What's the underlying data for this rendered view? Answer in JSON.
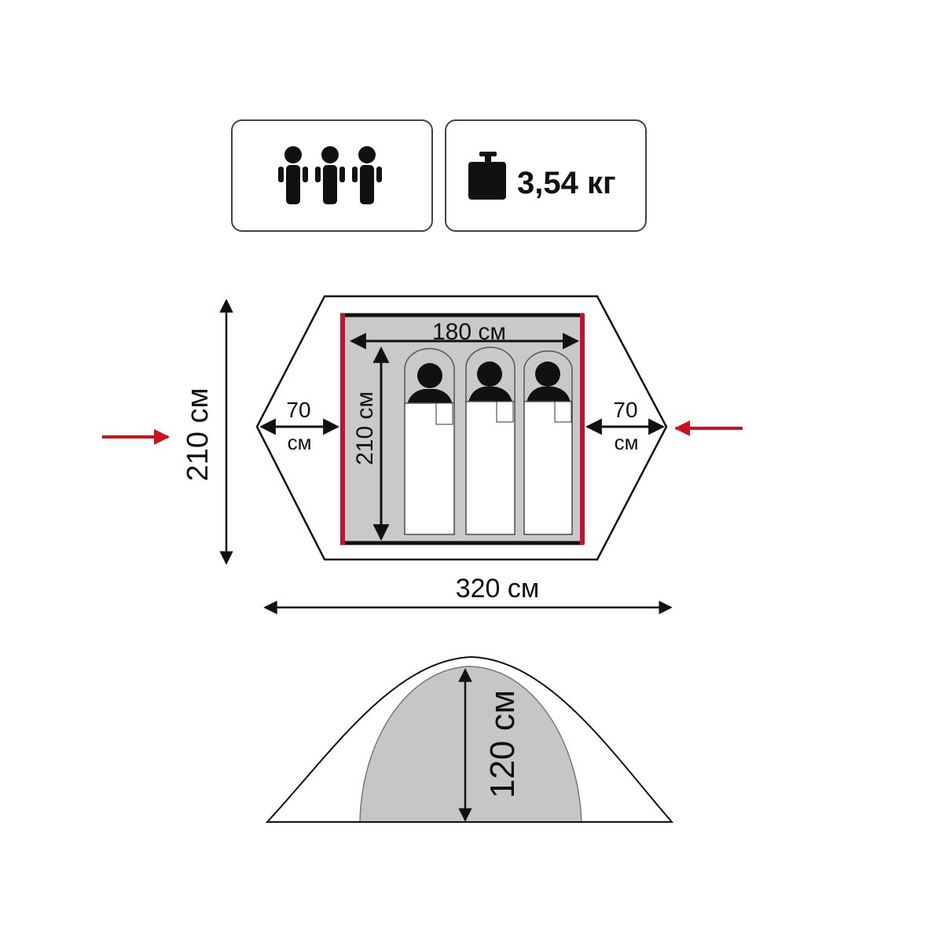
{
  "capacity": {
    "persons": 3,
    "icon": "three-persons-icon"
  },
  "weight": {
    "icon": "weight-icon",
    "label": "3,54 кг"
  },
  "floor_plan": {
    "inner_width": "180 см",
    "inner_length": "210 см",
    "vestibule_left_value": "70",
    "vestibule_left_unit": "см",
    "vestibule_right_value": "70",
    "vestibule_right_unit": "см",
    "total_length": "210 см",
    "total_width": "320 см",
    "sleeping_places": 3,
    "entrance_arrow_color": "#d0101e",
    "door_color": "#c8102e"
  },
  "side_view": {
    "height": "120 см"
  }
}
